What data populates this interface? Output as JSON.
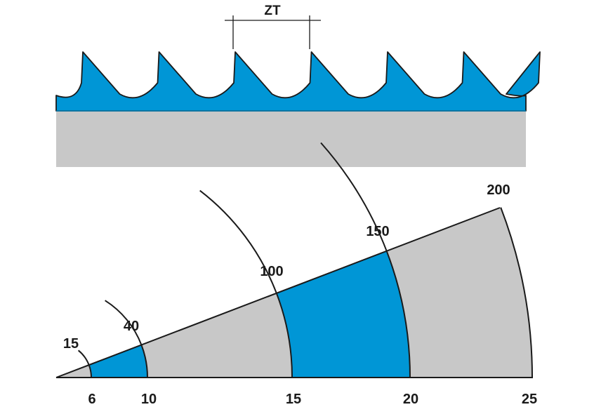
{
  "colors": {
    "blade_blue": "#0096d6",
    "blade_grey": "#c8c8c8",
    "outline": "#1a1a1a",
    "background": "#ffffff"
  },
  "blade": {
    "pitch_label": "ZT",
    "tooth_count": 7
  },
  "selector": {
    "bottom_scale": [
      "6",
      "10",
      "15",
      "20",
      "25"
    ],
    "arc_labels": [
      "15",
      "40",
      "100",
      "150",
      "200"
    ],
    "band_fill_order": [
      "blade_grey",
      "blade_blue",
      "blade_grey",
      "blade_blue",
      "blade_grey"
    ]
  }
}
